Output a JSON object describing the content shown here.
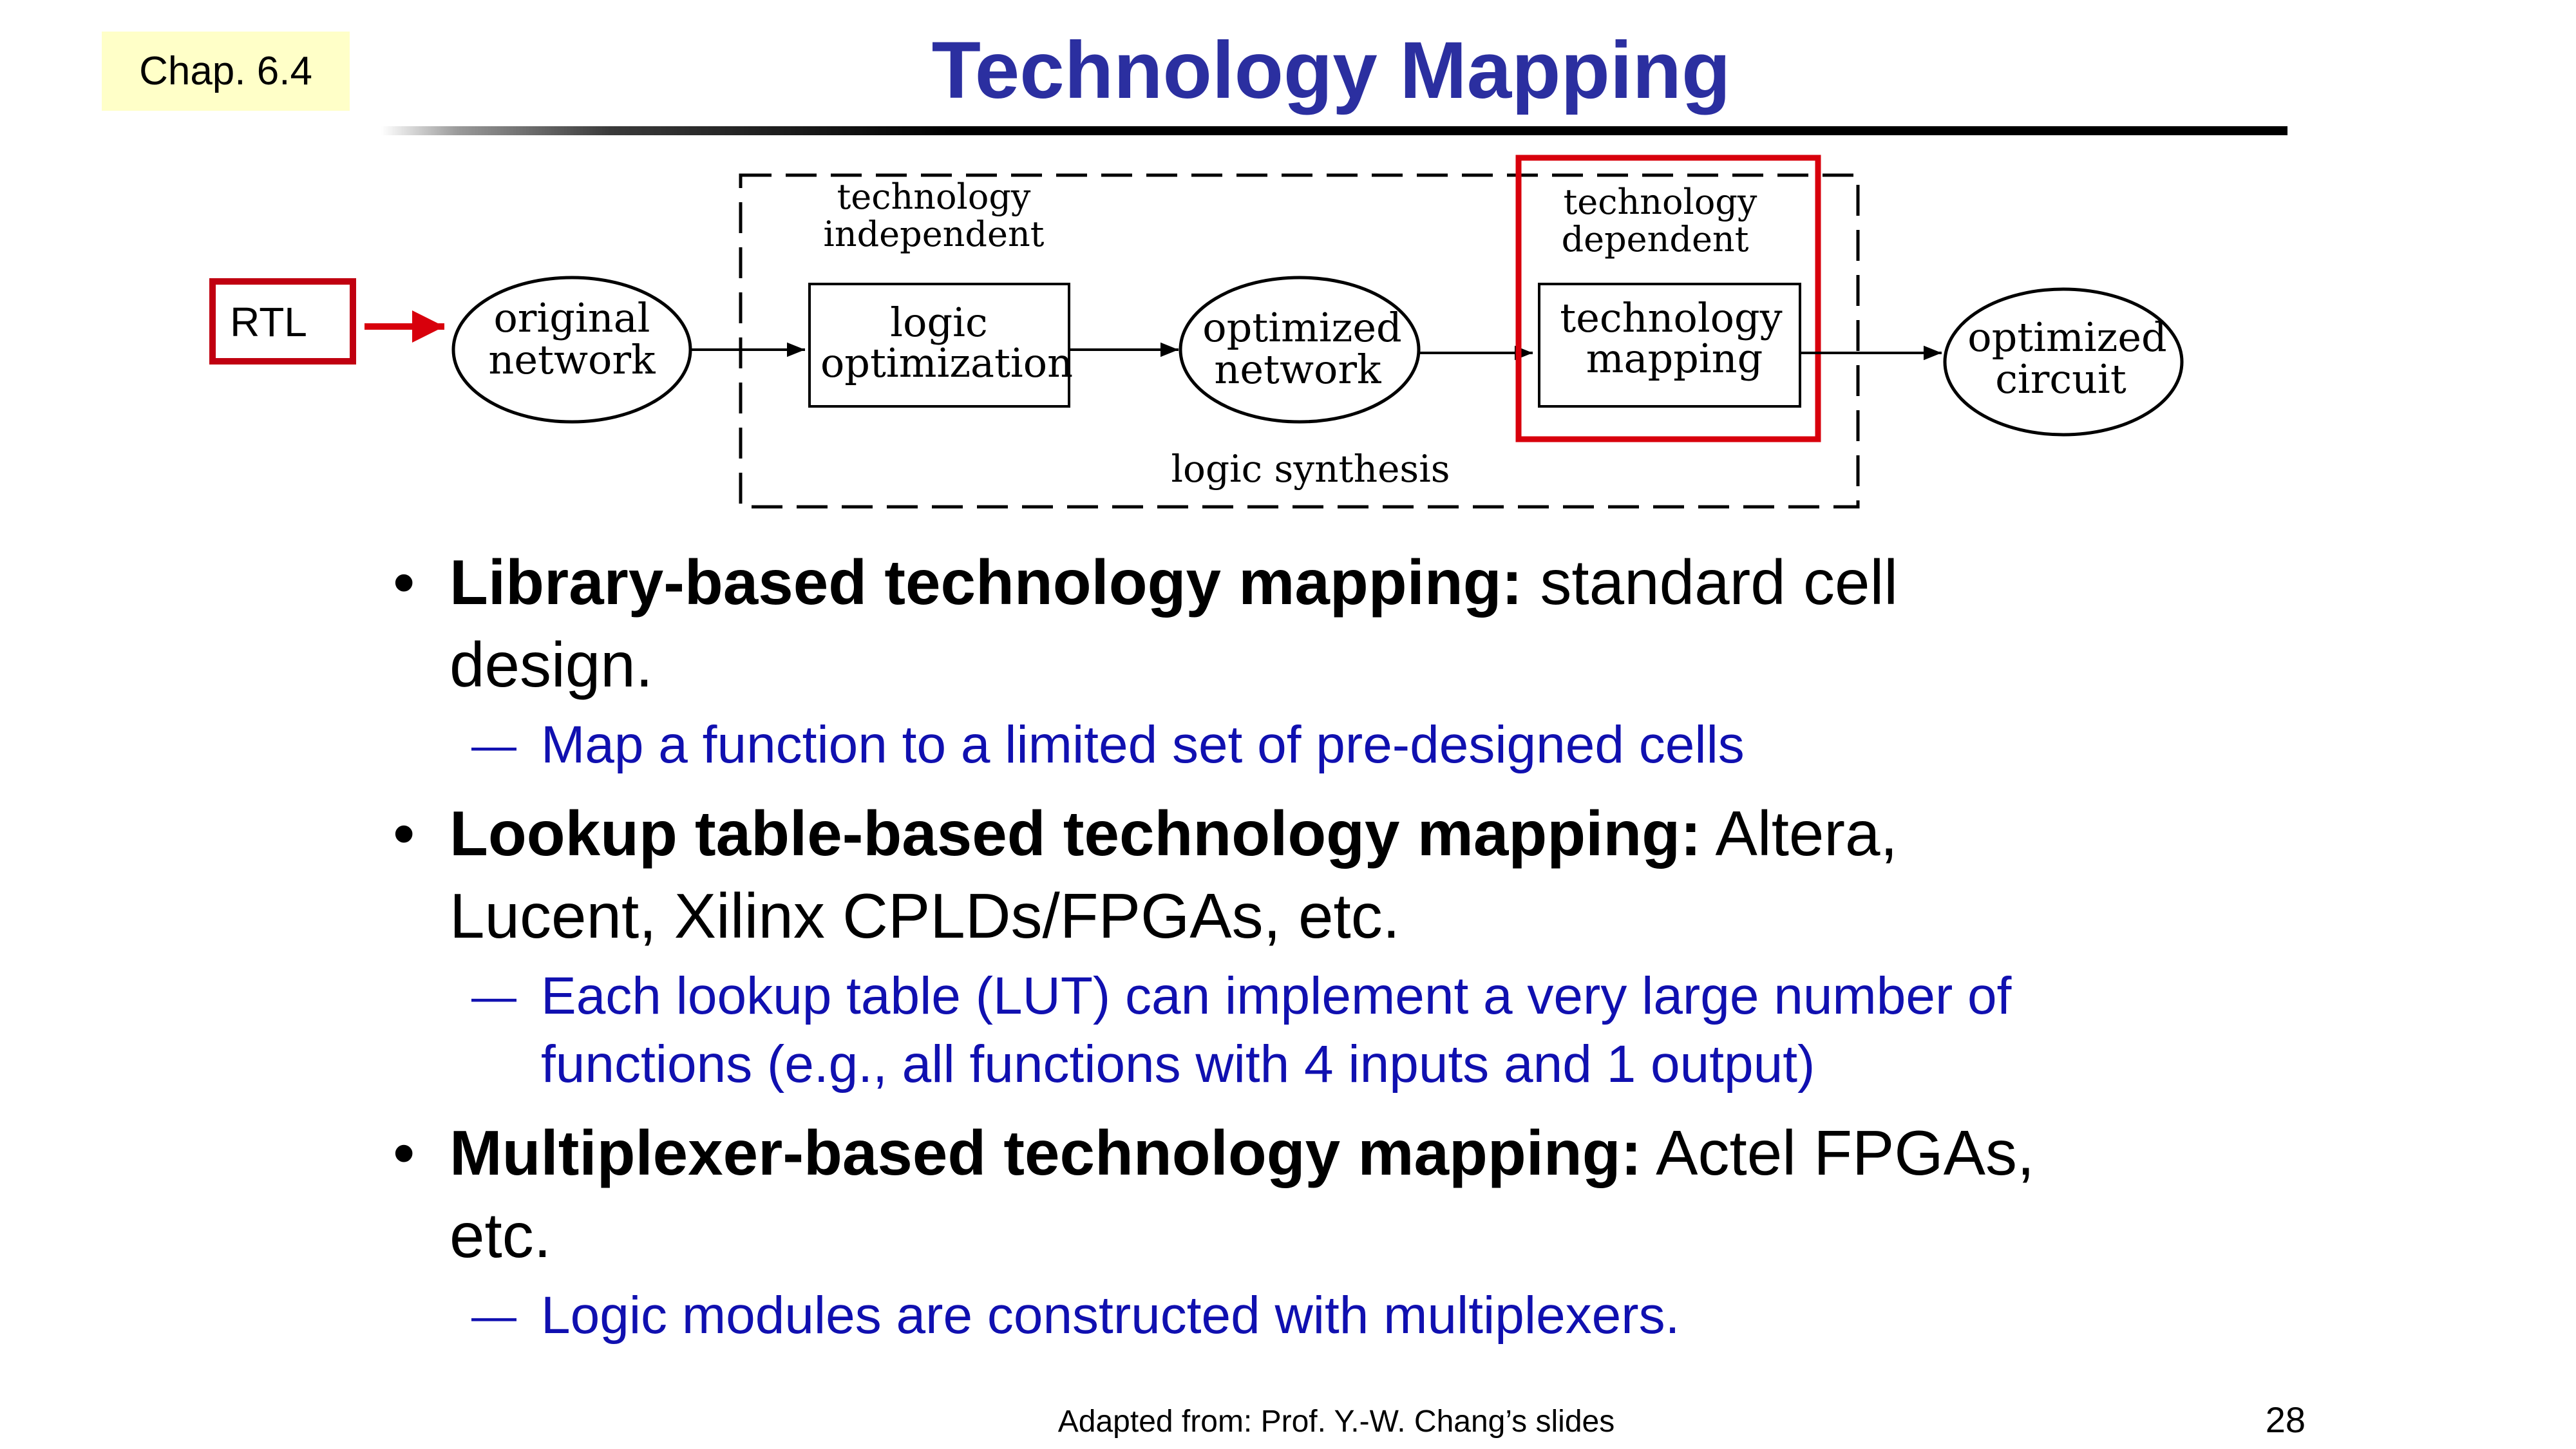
{
  "chap_label": "Chap. 6.4",
  "title": "Technology Mapping",
  "diagram": {
    "rtl_label": "RTL",
    "original_network": [
      "original",
      "network"
    ],
    "technology_independent": [
      "technology",
      "independent"
    ],
    "logic_optimization": [
      "logic",
      "optimization"
    ],
    "optimized_network": [
      "optimized",
      "network"
    ],
    "technology_dependent": [
      "technology",
      "dependent"
    ],
    "technology_mapping": [
      "technology",
      "mapping"
    ],
    "optimized_circuit": [
      "optimized",
      "circuit"
    ],
    "logic_synthesis": "logic synthesis"
  },
  "bullets": [
    {
      "bold": "Library-based technology mapping:",
      "rest": " standard cell",
      "line2": "design.",
      "subs": [
        {
          "lines": [
            "Map a function to a limited set of pre-designed cells"
          ]
        }
      ]
    },
    {
      "bold": "Lookup table-based technology mapping:",
      "rest": " Altera,",
      "line2": "Lucent, Xilinx CPLDs/FPGAs, etc.",
      "subs": [
        {
          "lines": [
            "Each lookup table (LUT) can implement a very large number of",
            "functions (e.g., all functions with 4 inputs and 1 output)"
          ]
        }
      ]
    },
    {
      "bold": "Multiplexer-based technology mapping:",
      "rest": " Actel FPGAs,",
      "line2": "etc.",
      "subs": [
        {
          "lines": [
            "Logic modules are constructed with multiplexers."
          ]
        }
      ]
    }
  ],
  "dash_glyph": "—",
  "bullet_glyph": "•",
  "footer": "Adapted from: Prof. Y.-W. Chang’s slides",
  "page_number": "28",
  "colors": {
    "title": "#2b2fa0",
    "sub_bullets": "#1010b0",
    "highlight_box": "#d8000c",
    "chap_bg": "#ffffc8"
  }
}
